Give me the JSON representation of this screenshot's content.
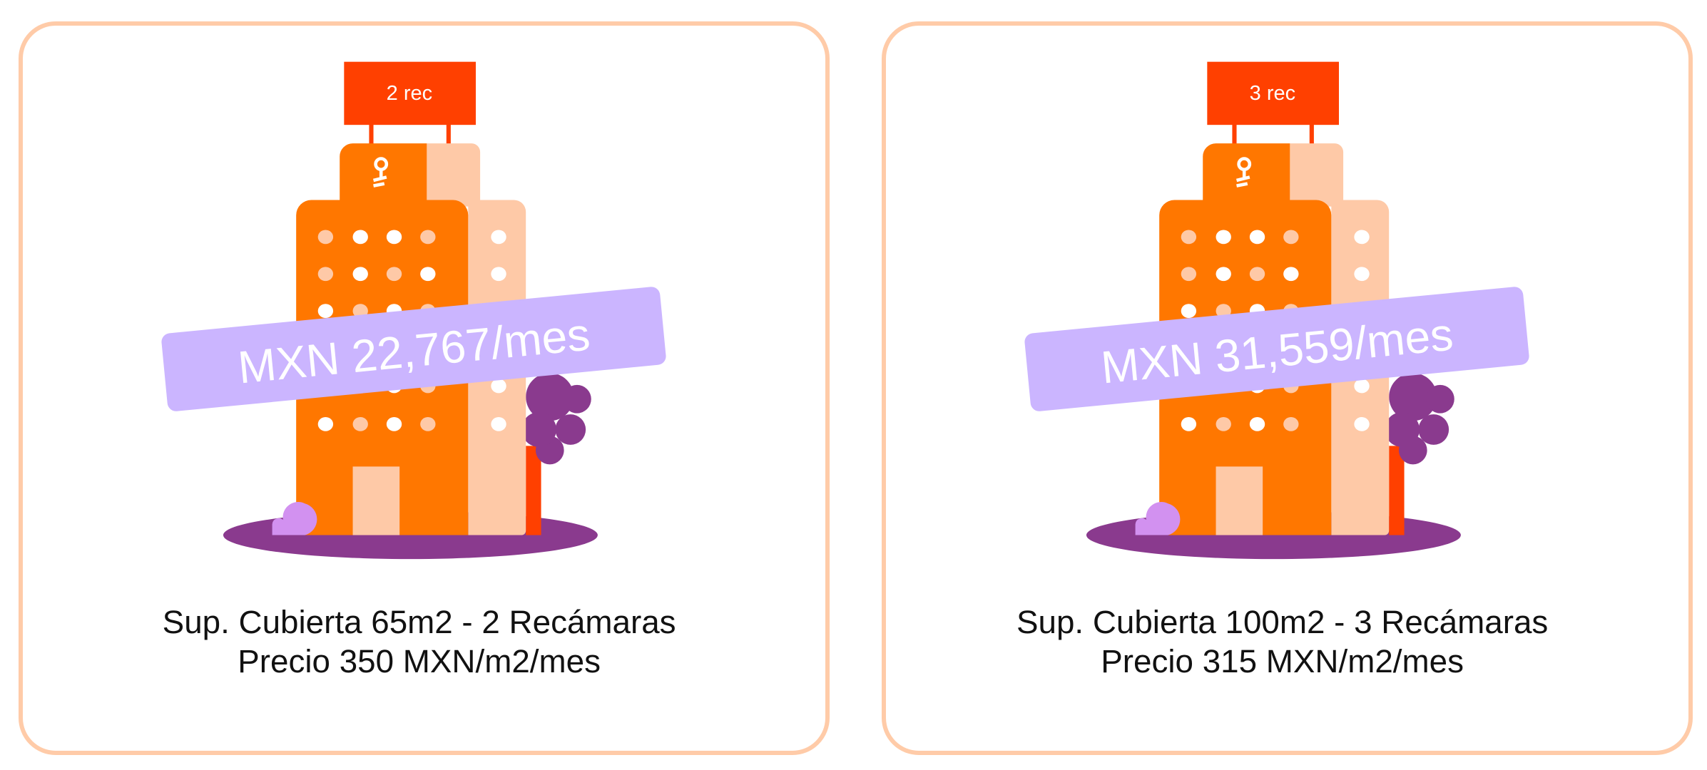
{
  "colors": {
    "border": "#FFCBA8",
    "sign": "#FF4000",
    "tower_front": "#FF7700",
    "tower_back": "#FEC9A7",
    "tree": "#8A3A8E",
    "banner": "#CBB5FF",
    "bush": "#D291F0"
  },
  "cards": [
    {
      "sign_label": "2 rec",
      "price": "MXN 22,767/mes",
      "line1": "Sup. Cubierta 65m2 - 2 Recámaras",
      "line2": "Precio 350 MXN/m2/mes",
      "icon": "key-icon"
    },
    {
      "sign_label": "3 rec",
      "price": "MXN 31,559/mes",
      "line1": "Sup. Cubierta 100m2 - 3 Recámaras",
      "line2": "Precio 315 MXN/m2/mes",
      "icon": "key-icon"
    }
  ]
}
